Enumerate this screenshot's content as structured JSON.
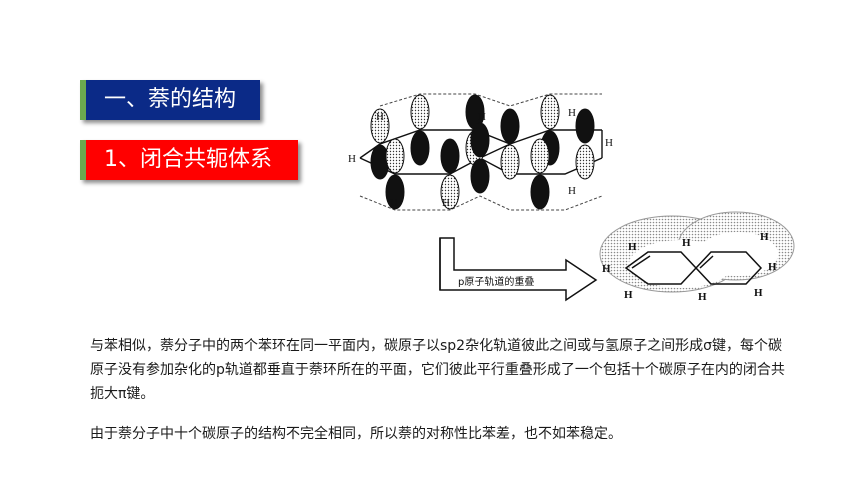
{
  "header": {
    "title": "一、萘的结构",
    "subtitle": "1、闭合共轭体系"
  },
  "diagram": {
    "arrow_label": "p原子轨道的重叠",
    "atom_label": "H"
  },
  "body": {
    "paragraph1": "与苯相似，萘分子中的两个苯环在同一平面内，碳原子以sp2杂化轨道彼此之间或与氢原子之间形成σ键，每个碳原子没有参加杂化的p轨道都垂直于萘环所在的平面，它们彼此平行重叠形成了一个包括十个碳原子在内的闭合共扼大π键。",
    "paragraph2": "由于萘分子中十个碳原子的结构不完全相同，所以萘的对称性比苯差，也不如苯稳定。"
  },
  "colors": {
    "title_bg": "#0b2a87",
    "subtitle_bg": "#ff0000",
    "accent_bar": "#6aa84f"
  }
}
